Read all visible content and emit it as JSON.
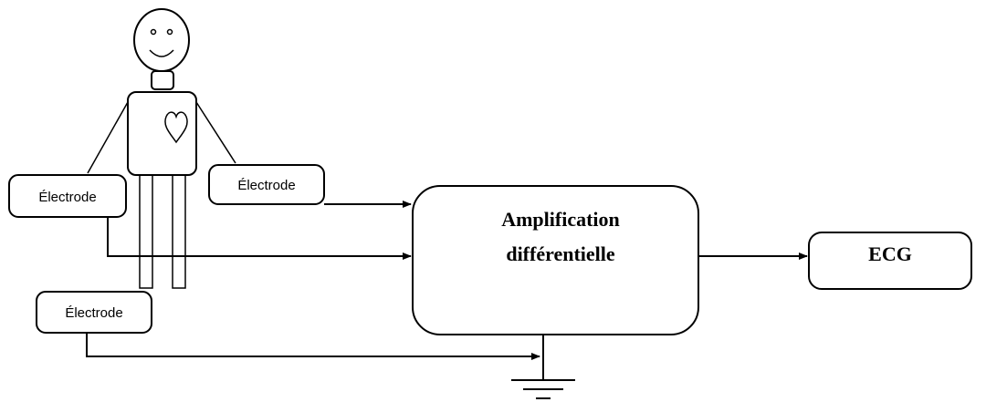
{
  "electrodes": {
    "left_arm": "Électrode",
    "right_arm": "Électrode",
    "leg": "Électrode"
  },
  "amplifier": {
    "line1": "Amplification",
    "line2": "différentielle"
  },
  "output": {
    "label": "ECG"
  },
  "colors": {
    "stroke": "#000000",
    "background": "#ffffff"
  }
}
